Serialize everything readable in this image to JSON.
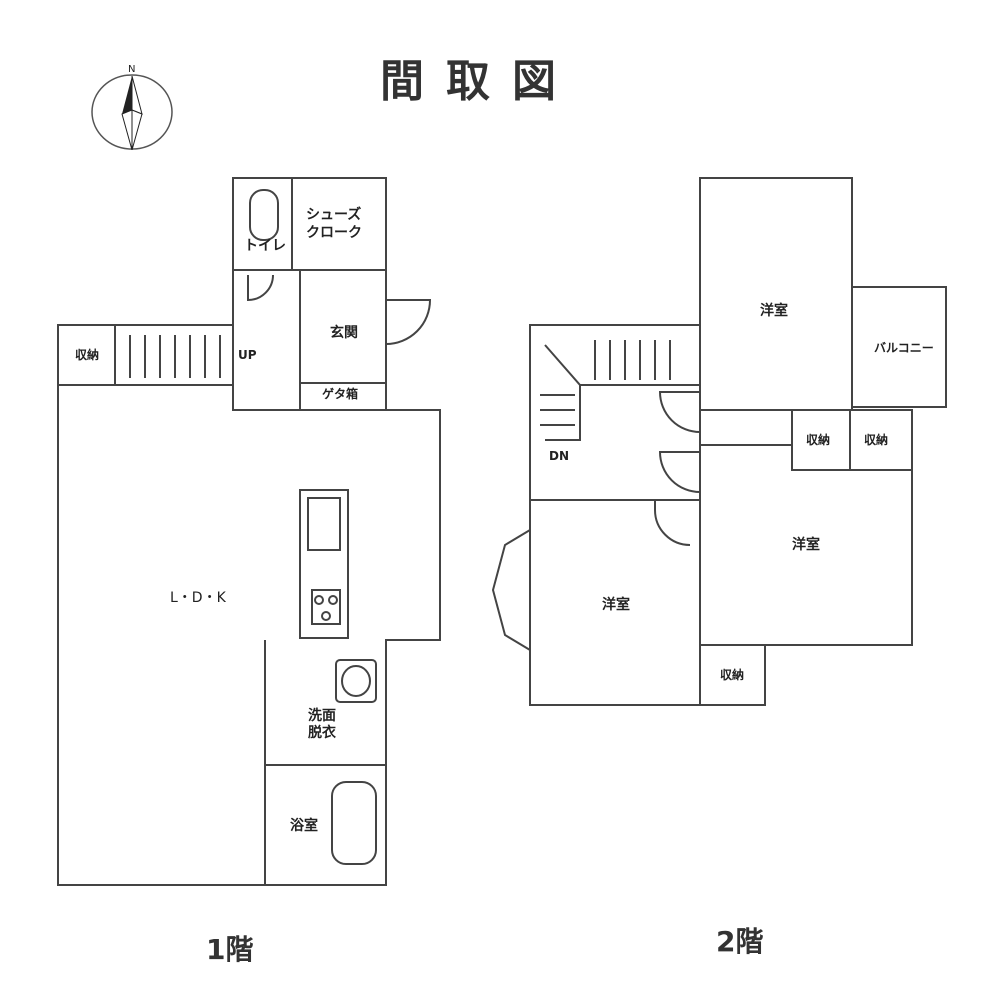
{
  "title": "間取図",
  "compass": {
    "north_label": "N"
  },
  "floor1": {
    "label": "1階",
    "rooms": {
      "toilet": "トイレ",
      "shoe_cloak_1": "シューズ",
      "shoe_cloak_2": "クローク",
      "entrance": "玄関",
      "geta_box": "ゲタ箱",
      "storage": "収納",
      "up": "UP",
      "ldk": "L・D・K",
      "washroom_1": "洗面",
      "washroom_2": "脱衣",
      "bathroom": "浴室"
    }
  },
  "floor2": {
    "label": "2階",
    "rooms": {
      "western_top": "洋室",
      "balcony": "バルコニー",
      "storage_a": "収納",
      "storage_b": "収納",
      "dn": "DN",
      "western_right": "洋室",
      "western_left": "洋室",
      "storage_c": "収納"
    }
  }
}
